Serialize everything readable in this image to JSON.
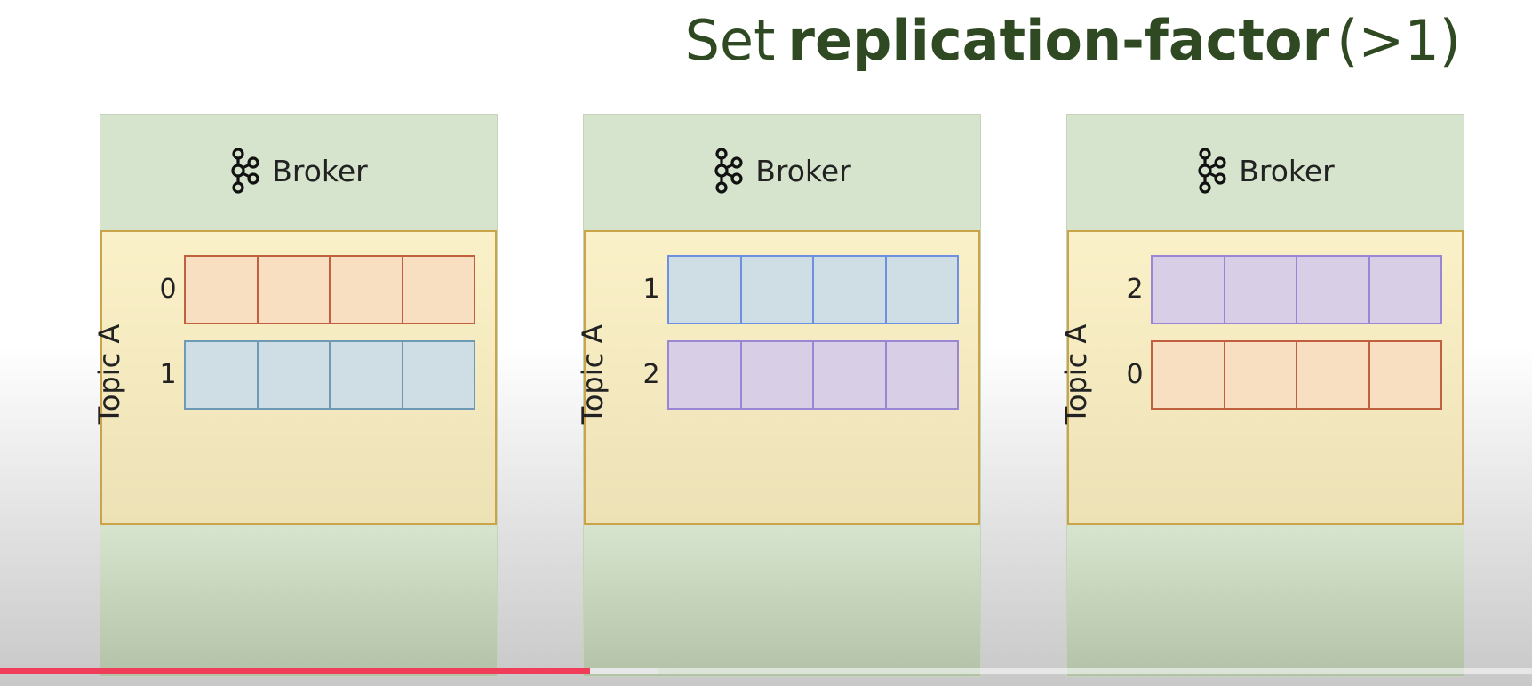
{
  "headline": {
    "prefix": "Set",
    "emphasis": "replication-factor",
    "suffix": "(>1)"
  },
  "brokers": [
    {
      "name": "Broker",
      "topic": "Topic A",
      "partitions": [
        {
          "id": "0",
          "color": "orange"
        },
        {
          "id": "1",
          "color": "blue"
        }
      ]
    },
    {
      "name": "Broker",
      "topic": "Topic A",
      "partitions": [
        {
          "id": "1",
          "color": "blue2"
        },
        {
          "id": "2",
          "color": "purple"
        }
      ]
    },
    {
      "name": "Broker",
      "topic": "Topic A",
      "partitions": [
        {
          "id": "2",
          "color": "purple"
        },
        {
          "id": "0",
          "color": "orange"
        }
      ]
    }
  ],
  "icons": {
    "broker": "kafka-logo-icon"
  },
  "colors": {
    "headline": "#2f4a22",
    "broker_bg": "#d7e4cd",
    "topic_bg": "#fbf1c8",
    "orange": "#f8dfc2",
    "blue": "#cfdde5",
    "purple": "#d8cfe6",
    "progress": "#f03e5a"
  },
  "video": {
    "progress_fraction": 0.385,
    "buffered_fraction": 0.43
  }
}
